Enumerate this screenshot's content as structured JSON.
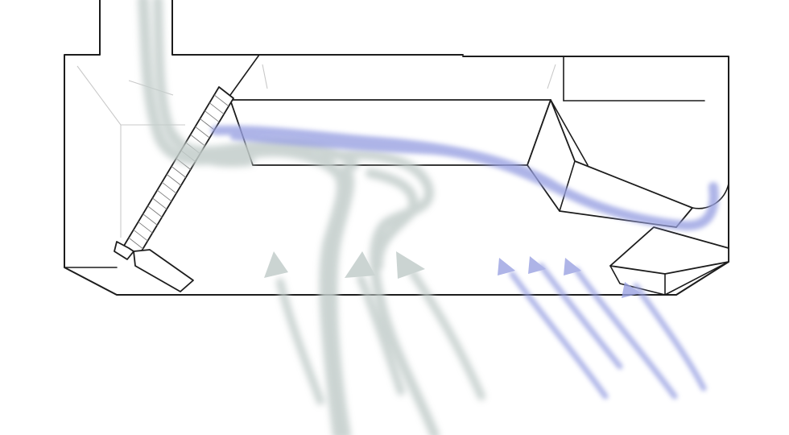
{
  "colors": {
    "background": "#ffffff",
    "outline": "#1c1c1c",
    "faint_line": "#c9c9c9",
    "return_airflow": "#c3cdcb",
    "supply_airflow": "#9aa2e2"
  },
  "diagram": {
    "parts": [
      "duct-housing",
      "heat-exchanger-coil",
      "blower-housing",
      "outlet-vane",
      "return-airflow-arrows",
      "supply-airflow-arrows"
    ]
  }
}
